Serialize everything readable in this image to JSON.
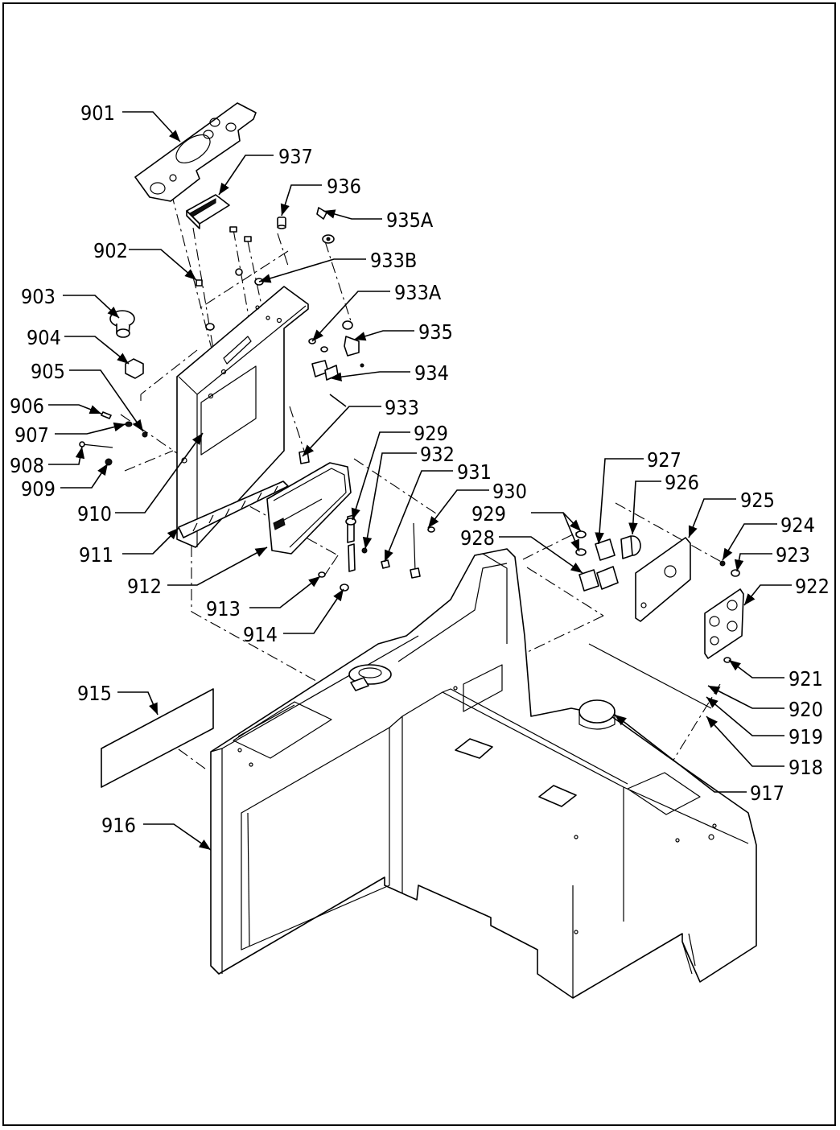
{
  "diagram": {
    "part_labels": [
      {
        "id": "901",
        "text": "901"
      },
      {
        "id": "937",
        "text": "937"
      },
      {
        "id": "936",
        "text": "936"
      },
      {
        "id": "935A",
        "text": "935A"
      },
      {
        "id": "902",
        "text": "902"
      },
      {
        "id": "933B",
        "text": "933B"
      },
      {
        "id": "903",
        "text": "903"
      },
      {
        "id": "933A",
        "text": "933A"
      },
      {
        "id": "904",
        "text": "904"
      },
      {
        "id": "935",
        "text": "935"
      },
      {
        "id": "905",
        "text": "905"
      },
      {
        "id": "934",
        "text": "934"
      },
      {
        "id": "906",
        "text": "906"
      },
      {
        "id": "933",
        "text": "933"
      },
      {
        "id": "907",
        "text": "907"
      },
      {
        "id": "929a",
        "text": "929"
      },
      {
        "id": "932",
        "text": "932"
      },
      {
        "id": "908",
        "text": "908"
      },
      {
        "id": "931",
        "text": "931"
      },
      {
        "id": "927",
        "text": "927"
      },
      {
        "id": "909",
        "text": "909"
      },
      {
        "id": "930",
        "text": "930"
      },
      {
        "id": "926",
        "text": "926"
      },
      {
        "id": "925",
        "text": "925"
      },
      {
        "id": "910",
        "text": "910"
      },
      {
        "id": "929b",
        "text": "929"
      },
      {
        "id": "924",
        "text": "924"
      },
      {
        "id": "928",
        "text": "928"
      },
      {
        "id": "923",
        "text": "923"
      },
      {
        "id": "911",
        "text": "911"
      },
      {
        "id": "922",
        "text": "922"
      },
      {
        "id": "912",
        "text": "912"
      },
      {
        "id": "913",
        "text": "913"
      },
      {
        "id": "914",
        "text": "914"
      },
      {
        "id": "921",
        "text": "921"
      },
      {
        "id": "920",
        "text": "920"
      },
      {
        "id": "915",
        "text": "915"
      },
      {
        "id": "919",
        "text": "919"
      },
      {
        "id": "918",
        "text": "918"
      },
      {
        "id": "917",
        "text": "917"
      },
      {
        "id": "916",
        "text": "916"
      }
    ]
  }
}
